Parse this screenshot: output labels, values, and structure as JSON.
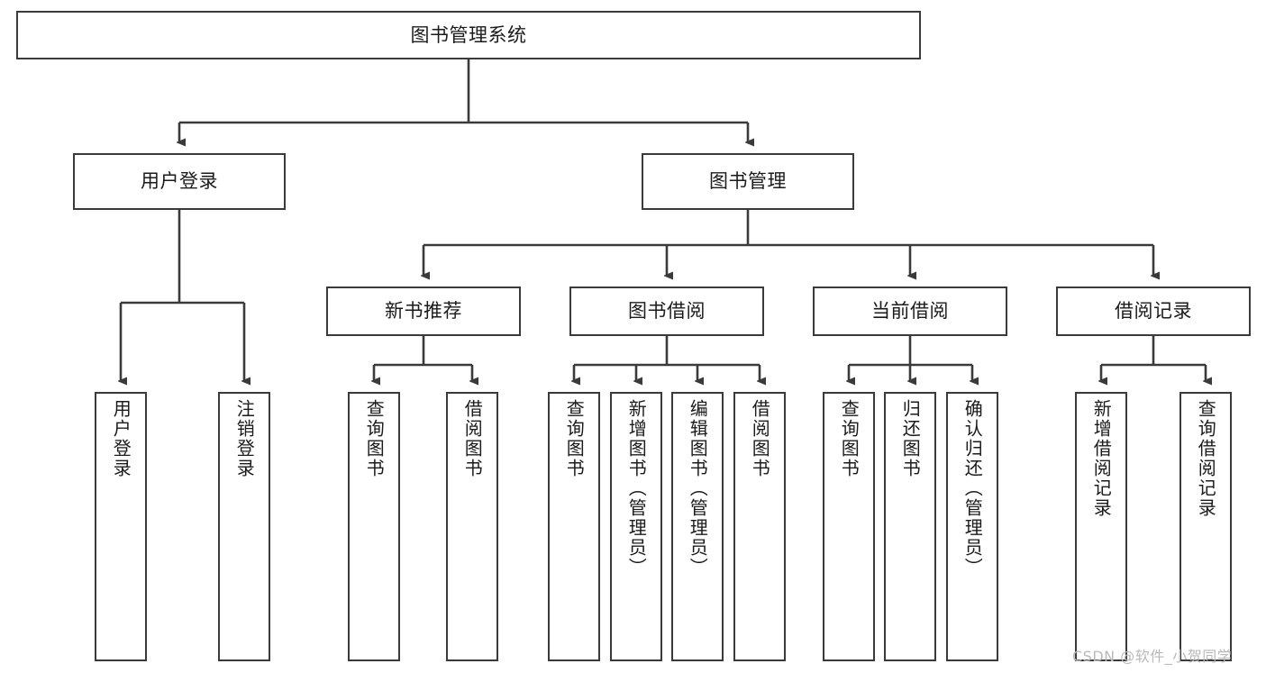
{
  "diagram": {
    "type": "tree",
    "title": "图书管理系统",
    "watermark": "CSDN @软件_小贺同学",
    "colors": {
      "box_border": "#3a3a3a",
      "box_fill": "#ffffff",
      "connector": "#3a3a3a",
      "text": "#1b1b1b",
      "watermark": "#b9b9b9",
      "background": "#ffffff"
    },
    "nodes": {
      "root": {
        "label": "图书管理系统"
      },
      "level2": [
        {
          "id": "user-login",
          "label": "用户登录"
        },
        {
          "id": "book-management",
          "label": "图书管理"
        }
      ],
      "level3": [
        {
          "id": "new-book-recommend",
          "label": "新书推荐"
        },
        {
          "id": "book-borrow",
          "label": "图书借阅"
        },
        {
          "id": "current-borrow",
          "label": "当前借阅"
        },
        {
          "id": "borrow-record",
          "label": "借阅记录"
        }
      ],
      "leaves": {
        "user-login": [
          {
            "id": "leaf-user-login",
            "label": "用户登录"
          },
          {
            "id": "leaf-user-logout",
            "label": "注销登录"
          }
        ],
        "new-book-recommend": [
          {
            "id": "leaf-query-book-1",
            "label": "查询图书"
          },
          {
            "id": "leaf-borrow-book-1",
            "label": "借阅图书"
          }
        ],
        "book-borrow": [
          {
            "id": "leaf-query-book-2",
            "label": "查询图书"
          },
          {
            "id": "leaf-add-book",
            "label": "新增图书（管理员）"
          },
          {
            "id": "leaf-edit-book",
            "label": "编辑图书（管理员）"
          },
          {
            "id": "leaf-borrow-book-2",
            "label": "借阅图书"
          }
        ],
        "current-borrow": [
          {
            "id": "leaf-query-book-3",
            "label": "查询图书"
          },
          {
            "id": "leaf-return-book",
            "label": "归还图书"
          },
          {
            "id": "leaf-confirm-return",
            "label": "确认归还（管理员）"
          }
        ],
        "borrow-record": [
          {
            "id": "leaf-add-record",
            "label": "新增借阅记录"
          },
          {
            "id": "leaf-query-record",
            "label": "查询借阅记录"
          }
        ]
      }
    }
  }
}
